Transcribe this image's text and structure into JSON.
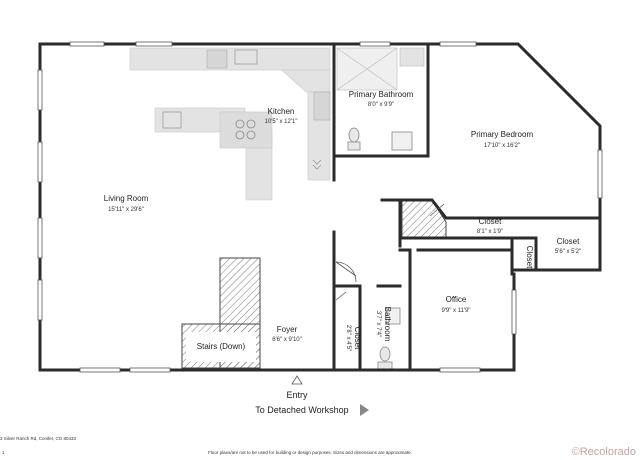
{
  "rooms": {
    "kitchen": {
      "name": "Kitchen",
      "dims": "10'5\" x 12'1\""
    },
    "primary_bathroom": {
      "name": "Primary Bathroom",
      "dims": "8'0\" x 9'9\""
    },
    "primary_bedroom": {
      "name": "Primary Bedroom",
      "dims": "17'10\" x 16'2\""
    },
    "living_room": {
      "name": "Living Room",
      "dims": "15'11\" x 29'6\""
    },
    "closet_upper": {
      "name": "Closet",
      "dims": "8'1\" x 1'9\""
    },
    "closet_right": {
      "name": "Closet",
      "dims": "5'6\" x 5'2\""
    },
    "closet_narrow": {
      "name": "Closet"
    },
    "office": {
      "name": "Office",
      "dims": "9'9\" x 11'9\""
    },
    "foyer": {
      "name": "Foyer",
      "dims": "6'6\" x 9'10\""
    },
    "stairs": {
      "name": "Stairs (Down)"
    },
    "closet_small": {
      "name": "Closet",
      "dims": "2'8\" x 4'5\""
    },
    "bathroom": {
      "name": "Bathroom",
      "dims": "3'7\" x 7'4\""
    }
  },
  "entry": {
    "label": "Entry",
    "workshop": "To Detached Workshop"
  },
  "footer": {
    "address": "3 Silver Ranch Rd, Conifer, CO 80433",
    "disclaimer": "Floor plans/are not to be used for building or design purposes. Sizes and dimensions are approximate.",
    "page": "1",
    "brand": "©Recolorado"
  },
  "colors": {
    "wall": "#2b2b2b",
    "fixture": "#e3e3e3",
    "hatch": "#777777"
  }
}
